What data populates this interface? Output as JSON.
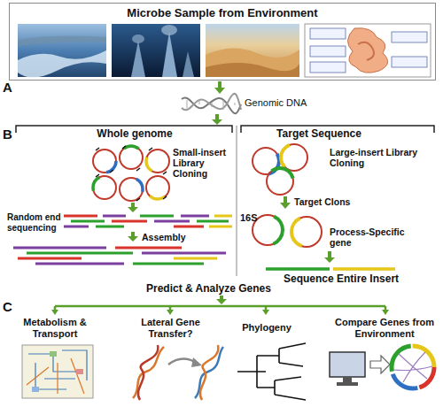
{
  "diagram": {
    "nodes": [
      {
        "text": [
          "Microbe Sample from Environment"
        ]
      }
    ],
    "labels": [
      "A",
      "Genomic DNA",
      "B",
      "Whole genome",
      "Target Sequence",
      "Small-insert Library Cloning",
      "Large-insert Library Cloning",
      "Random end sequencing",
      "Assembly",
      "Target Clons",
      "16S",
      "Process-Specific gene",
      "Sequence Entire Insert",
      "Predict & Analyze Genes",
      "C",
      "Metabolism & Transport",
      "Lateral Gene Transfer?",
      "Phylogeny",
      "Compare Genes from Environment"
    ]
  }
}
